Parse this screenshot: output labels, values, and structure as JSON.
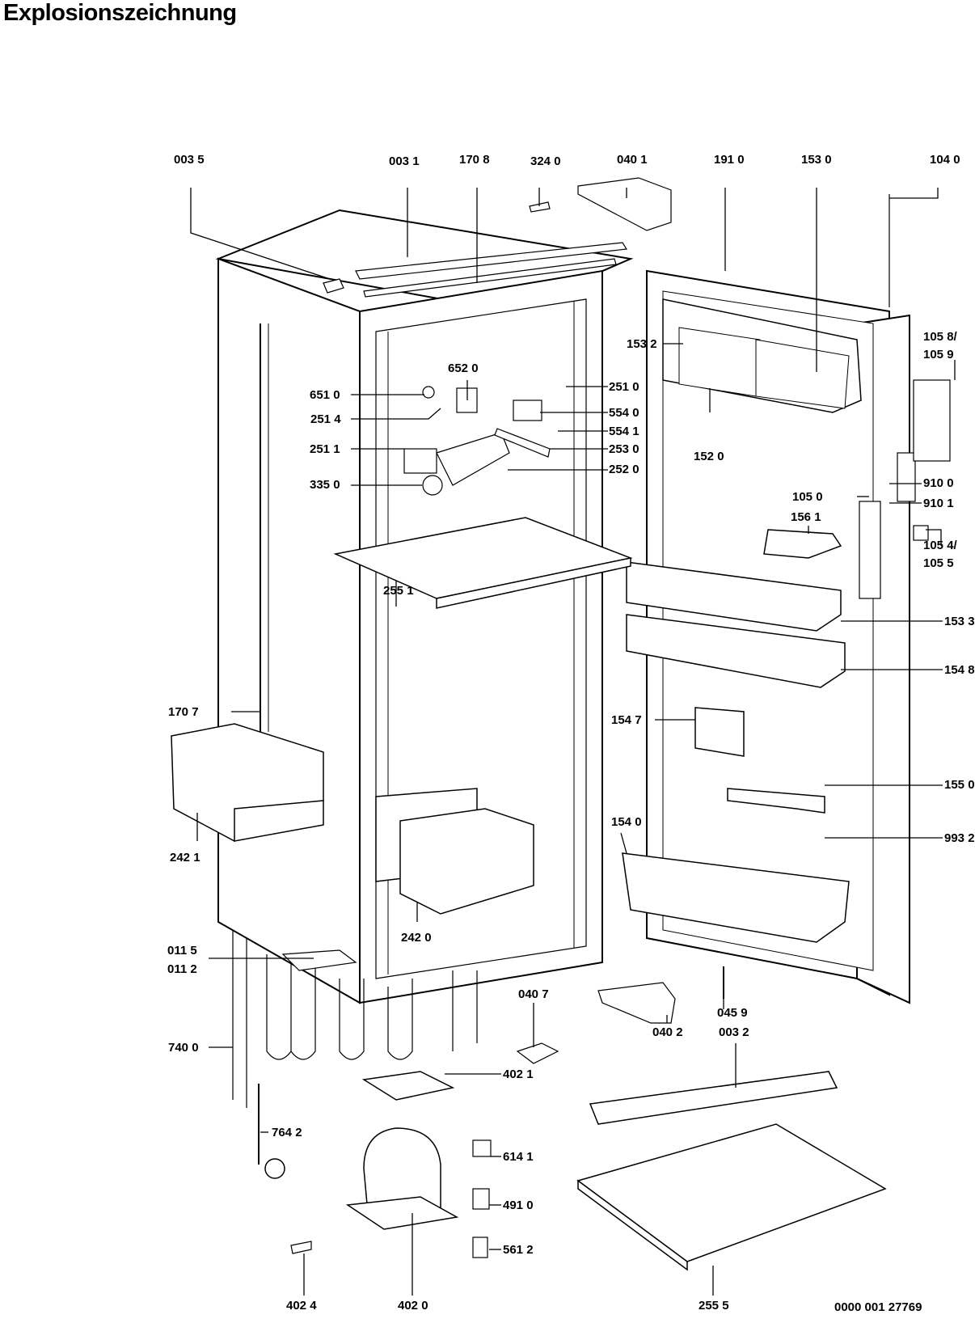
{
  "title": "Explosionszeichnung",
  "document_id": "0000 001 27769",
  "labels": {
    "l0035": "003 5",
    "l0031": "003 1",
    "l1708": "170 8",
    "l3240": "324 0",
    "l0401": "040 1",
    "l1910": "191 0",
    "l1530": "153 0",
    "l1040": "104 0",
    "l1532": "153 2",
    "l6520": "652 0",
    "l6510": "651 0",
    "l2514": "251 4",
    "l2511": "251 1",
    "l3350": "335 0",
    "l2510": "251 0",
    "l5540": "554 0",
    "l5541": "554 1",
    "l2530": "253 0",
    "l2520": "252 0",
    "l1520": "152 0",
    "l1058": "105 8/",
    "l1059": "105 9",
    "l9100": "910 0",
    "l9101": "910 1",
    "l1050": "105 0",
    "l1561": "156 1",
    "l1054": "105 4/",
    "l1055": "105 5",
    "l2551": "255 1",
    "l1533": "153 3",
    "l1548": "154 8",
    "l1707": "170 7",
    "l1547": "154 7",
    "l1550": "155 0",
    "l2421": "242 1",
    "l1540": "154 0",
    "l9932": "993 2",
    "l2420": "242 0",
    "l0115": "011 5",
    "l0112": "011 2",
    "l0407": "040 7",
    "l0402": "040 2",
    "l0459": "045 9",
    "l0032": "003 2",
    "l7400": "740 0",
    "l4021": "402 1",
    "l7642": "764 2",
    "l6141": "614 1",
    "l4910": "491 0",
    "l5612": "561 2",
    "l4024": "402 4",
    "l4020": "402 0",
    "l2555": "255 5"
  }
}
